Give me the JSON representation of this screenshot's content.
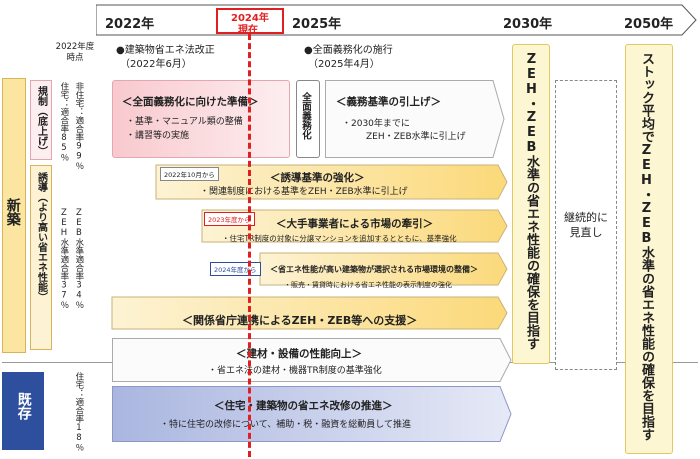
{
  "timeline": {
    "y2022": "2022年",
    "y2024": "2024年",
    "now": "現在",
    "y2025": "2025年",
    "y2030": "2030年",
    "y2050": "2050年"
  },
  "milestones": {
    "m1_title": "●建築物省エネ法改正",
    "m1_date": "（2022年6月）",
    "m2_title": "●全面義務化の施行",
    "m2_date": "（2025年4月）"
  },
  "baseline_label": "2022年度\n時点",
  "categories": {
    "new_build": "新築",
    "existing": "既存",
    "regulation": "規制（底上げ）",
    "inducement": "誘導（より高い省エネ性能）"
  },
  "stats": {
    "reg_nonres": "非住宅：適合率99％",
    "reg_res": "住宅：適合率85％",
    "ind_nonres": "ZEB水準適合率34％",
    "ind_res": "ZEH水準適合率37％",
    "existing_res": "住宅：適合率18％"
  },
  "boxes": {
    "full_prep_title": "＜全面義務化に向けた準備＞",
    "full_prep_b1": "・基準・マニュアル類の整備",
    "full_prep_b2": "・講習等の実施",
    "full_mandatory": "全面義務化",
    "raise_std_title": "＜義務基準の引上げ＞",
    "raise_std_b1": "・2030年までに",
    "raise_std_b2": "ZEH・ZEB水準に引上げ",
    "induce_title": "＜誘導基準の強化＞",
    "induce_b1": "・関連制度における基準をZEH・ZEB水準に引上げ",
    "induce_tag": "2022年10月から",
    "large_title": "＜大手事業者による市場の牽引＞",
    "large_b1": "・住宅TR制度の対象に分譲マンションを追加するとともに、基準強化",
    "large_tag": "2023年度から",
    "market_title": "＜省エネ性能が高い建築物が選択される市場環境の整備＞",
    "market_b1": "・販売・賃貸時における省エネ性能の表示制度の強化",
    "market_tag": "2024年度から",
    "support_title": "＜関係省庁連携によるZEH・ZEB等への支援＞",
    "materials_title": "＜建材・設備の性能向上＞",
    "materials_b1": "・省エネ法の建材・機器TR制度の基準強化",
    "retrofit_title": "＜住宅・建築物の省エネ改修の推進＞",
    "retrofit_b1": "・特に住宅の改修について、補助・税・融資を総動員して推進",
    "target_2030": "ZEH・ZEB水準の省エネ性能の確保を目指す",
    "review": "継続的に見直し",
    "target_2050": "ストック平均でZEH・ZEB水準の省エネ性能の確保を目指す"
  }
}
